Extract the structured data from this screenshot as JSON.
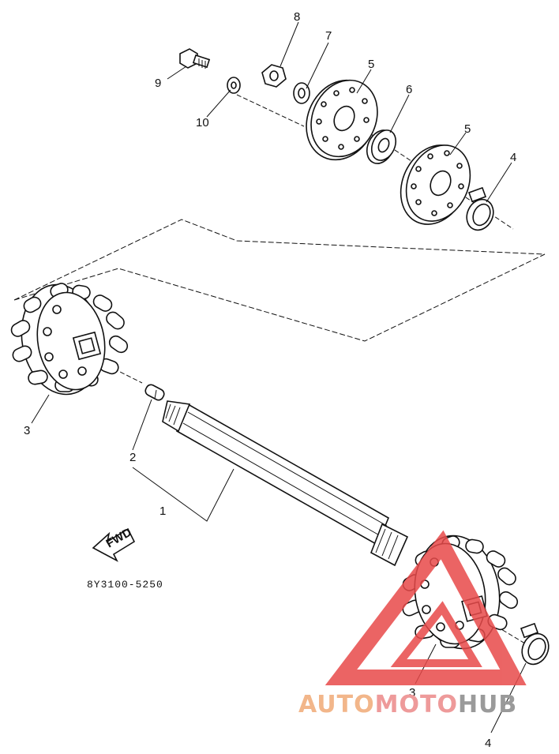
{
  "diagram": {
    "callouts": [
      "1",
      "2",
      "3",
      "3",
      "4",
      "4",
      "5",
      "5",
      "6",
      "7",
      "8",
      "9",
      "10"
    ],
    "part_code": "8Y3100-5250",
    "fwd_label": "FWD"
  },
  "watermark": {
    "word_a": "AUTO",
    "word_b": "MOTO",
    "word_c": "HUB",
    "color_a": "#f2b68a",
    "color_b": "#ee9a9a",
    "color_c": "#9a9a9a",
    "triangle_color": "#e84a4a"
  }
}
